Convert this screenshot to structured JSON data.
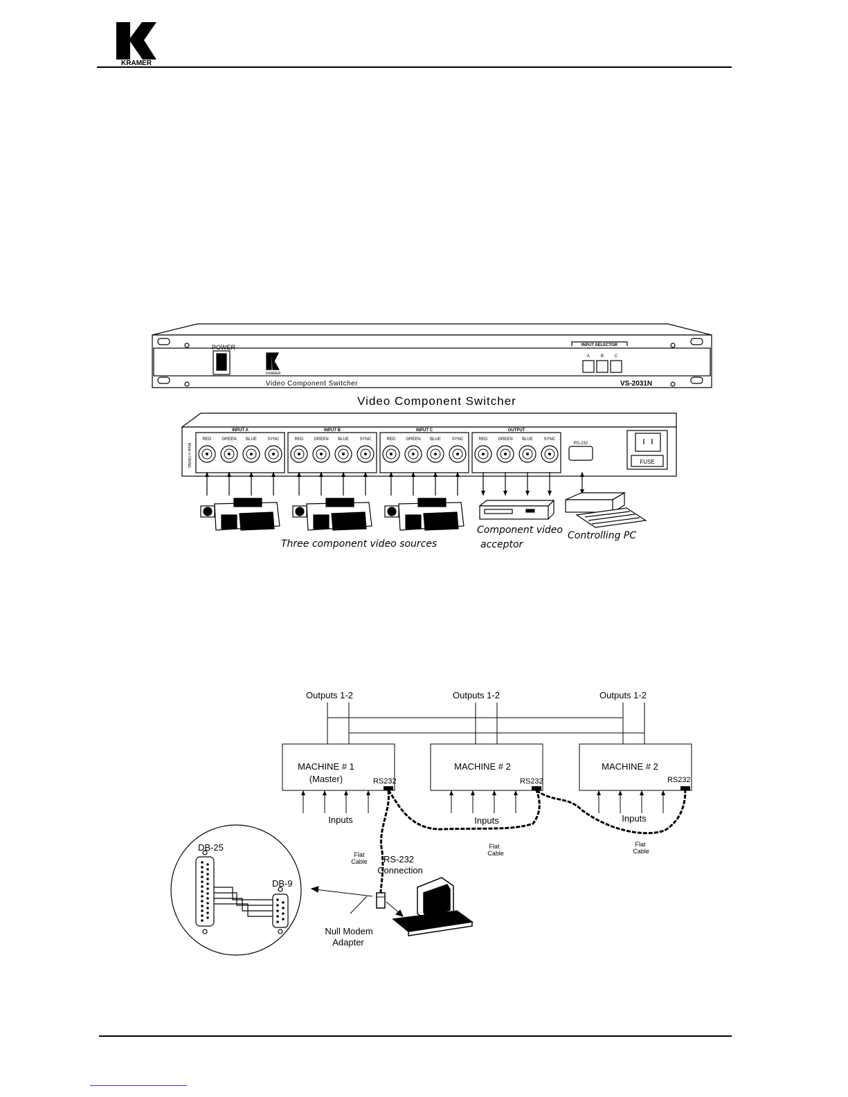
{
  "header": {
    "logo_text": "KRAMER"
  },
  "figure1": {
    "front_panel": {
      "power_label": "POWER",
      "input_selector_label": "INPUT SELECTOR",
      "selector_buttons": [
        "A",
        "B",
        "C"
      ],
      "bottom_label": "Video Component Switcher",
      "model": "VS-2031N",
      "brand": "KRAMER"
    },
    "title": "Video Component Switcher",
    "rear_panel": {
      "made_in": "Made in ISRAEL",
      "groups": [
        {
          "name": "INPUT A",
          "channels": [
            "RED",
            "GREEN",
            "BLUE",
            "SYNC"
          ]
        },
        {
          "name": "INPUT B",
          "channels": [
            "RED",
            "GREEN",
            "BLUE",
            "SYNC"
          ]
        },
        {
          "name": "INPUT C",
          "channels": [
            "RED",
            "GREEN",
            "BLUE",
            "SYNC"
          ]
        },
        {
          "name": "OUTPUT",
          "channels": [
            "RED",
            "GREEN",
            "BLUE",
            "SYNC"
          ]
        }
      ],
      "rs232_label": "RS-232",
      "fuse_label": "FUSE"
    },
    "captions": {
      "sources": "Three component video sources",
      "acceptor_line1": "Component video",
      "acceptor_line2": "acceptor",
      "pc": "Controlling PC"
    }
  },
  "figure2": {
    "outputs_label": "Outputs 1-2",
    "machines": [
      {
        "line1": "MACHINE # 1",
        "line2": "(Master)",
        "port": "RS232",
        "inputs": "Inputs"
      },
      {
        "line1": "MACHINE # 2",
        "line2": "",
        "port": "RS232",
        "inputs": "Inputs"
      },
      {
        "line1": "MACHINE # 2",
        "line2": "",
        "port": "RS232",
        "inputs": "Inputs"
      }
    ],
    "flat_cable_1": "Flat",
    "flat_cable_2": "Cable",
    "rs232_conn_1": "RS-232",
    "rs232_conn_2": "Connection",
    "null_modem_1": "Null Modem",
    "null_modem_2": "Adapter",
    "db25": "DB-25",
    "db9": "DB-9"
  }
}
